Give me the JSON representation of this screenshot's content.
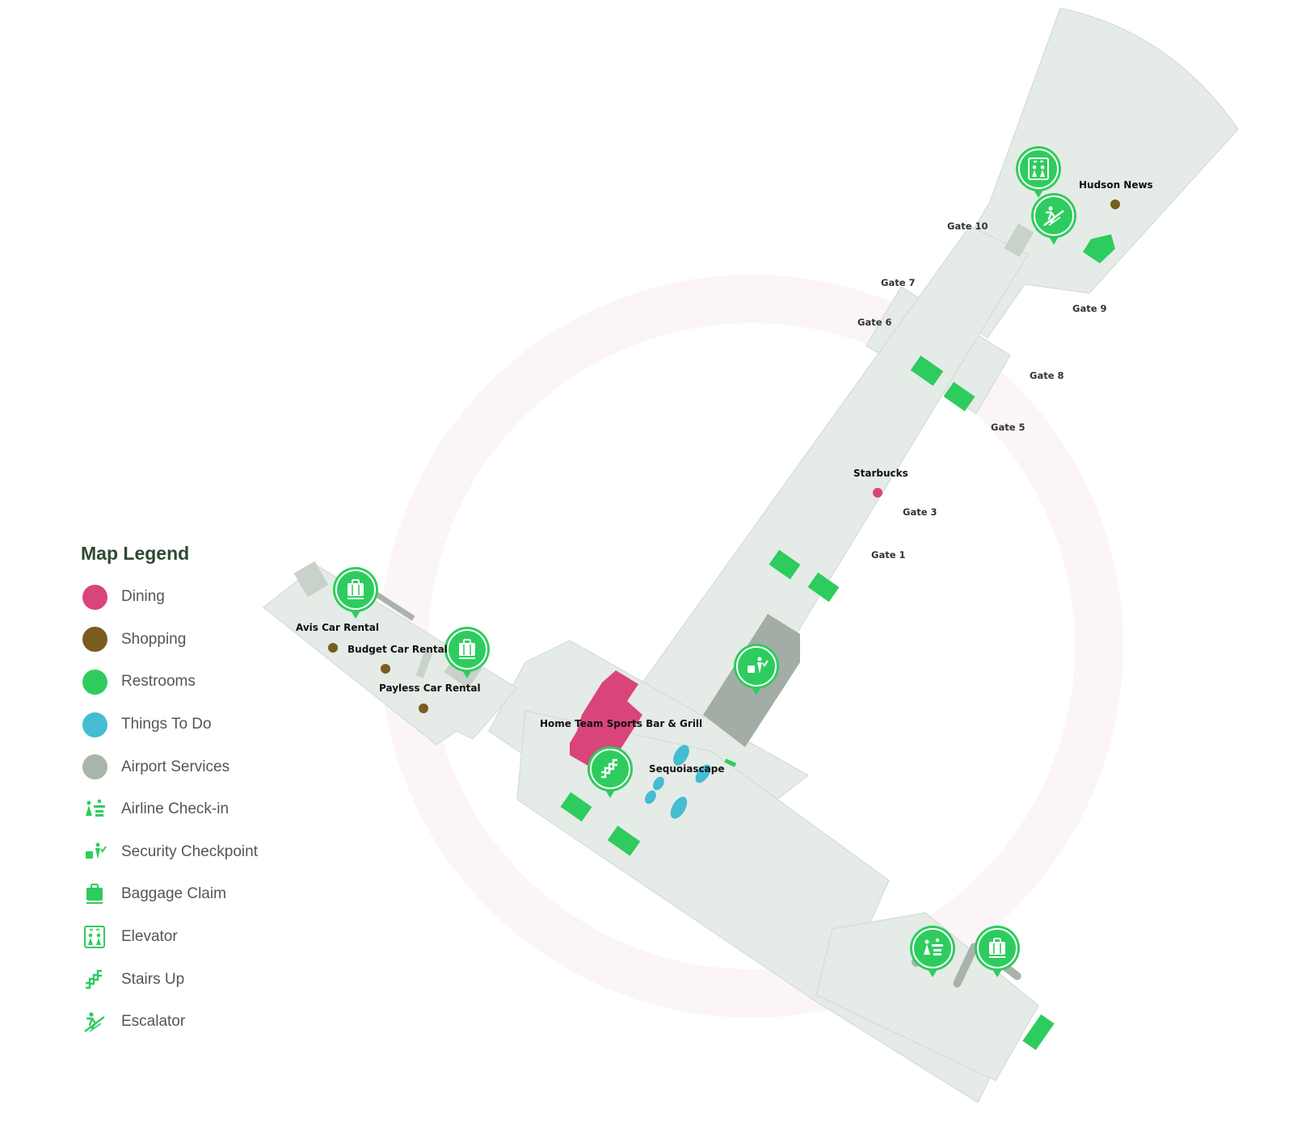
{
  "colors": {
    "dining": "#d9457a",
    "shopping": "#7a5c1e",
    "restrooms": "#2ecc5e",
    "things_to_do": "#45bcd2",
    "airport_services": "#a9b5ab",
    "floor": "#e5ebe6",
    "outline": "#d0d8d2",
    "pin": "#2ecc5e"
  },
  "legend": {
    "title": "Map Legend",
    "items": [
      {
        "label": "Dining",
        "swatch": "dot",
        "color": "#d9457a"
      },
      {
        "label": "Shopping",
        "swatch": "dot",
        "color": "#7a5c1e"
      },
      {
        "label": "Restrooms",
        "swatch": "dot",
        "color": "#2ecc5e"
      },
      {
        "label": "Things To Do",
        "swatch": "dot",
        "color": "#45bcd2"
      },
      {
        "label": "Airport Services",
        "swatch": "dot",
        "color": "#a9b5ab"
      },
      {
        "label": "Airline Check-in",
        "swatch": "icon",
        "icon": "airline-checkin-icon"
      },
      {
        "label": "Security Checkpoint",
        "swatch": "icon",
        "icon": "security-checkpoint-icon"
      },
      {
        "label": "Baggage Claim",
        "swatch": "icon",
        "icon": "baggage-claim-icon"
      },
      {
        "label": "Elevator",
        "swatch": "icon",
        "icon": "elevator-icon"
      },
      {
        "label": "Stairs Up",
        "swatch": "icon",
        "icon": "stairs-up-icon"
      },
      {
        "label": "Escalator",
        "swatch": "icon",
        "icon": "escalator-icon"
      }
    ]
  },
  "places": {
    "hudson_news": "Hudson News",
    "starbucks": "Starbucks",
    "avis": "Avis Car Rental",
    "budget": "Budget Car Rental",
    "payless": "Payless Car Rental",
    "home_team": "Home Team Sports Bar & Grill",
    "sequoiascape": "Sequoiascape"
  },
  "gates": {
    "gate_1": "Gate 1",
    "gate_3": "Gate 3",
    "gate_5": "Gate 5",
    "gate_6": "Gate 6",
    "gate_7": "Gate 7",
    "gate_8": "Gate 8",
    "gate_9": "Gate 9",
    "gate_10": "Gate 10"
  }
}
